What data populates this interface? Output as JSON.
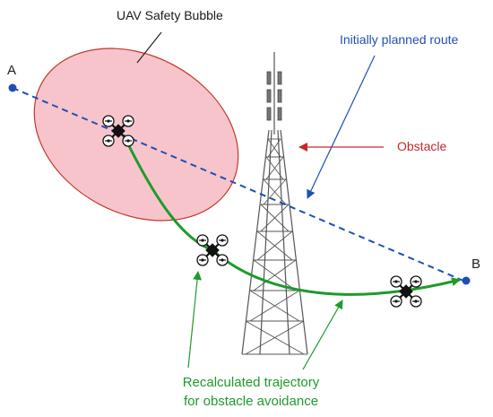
{
  "points": {
    "start": "A",
    "end": "B"
  },
  "labels": {
    "safety_bubble": "UAV Safety Bubble",
    "planned_route": "Initially planned route",
    "obstacle": "Obstacle",
    "trajectory_line1": "Recalculated trajectory",
    "trajectory_line2": "for obstacle avoidance"
  },
  "colors": {
    "planned_route": "#1f4fb5",
    "obstacle_label": "#c62828",
    "bubble_fill": "#f8c4cb",
    "bubble_stroke": "#c0392b",
    "trajectory": "#1f9a2b",
    "tower": "#555555",
    "drone": "#111111"
  },
  "icons": [
    "uav-drone-icon",
    "lattice-tower-icon"
  ]
}
